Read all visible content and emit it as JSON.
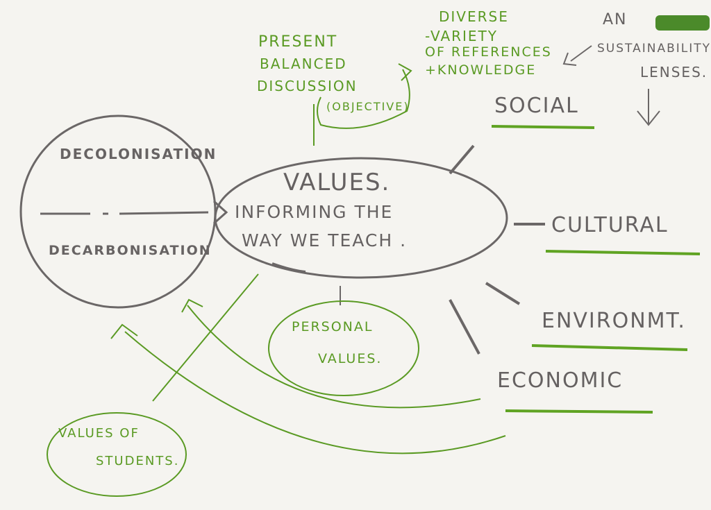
{
  "colors": {
    "paper": "#f5f4f0",
    "grey_ink": "#676363",
    "green_ink": "#5a9a23",
    "highlight": "#4b8a2a"
  },
  "central_node": {
    "line1": "VALUES.",
    "line2": "INFORMING THE",
    "line3": "WAY WE TEACH ."
  },
  "left_node": {
    "top": "DECOLONISATION",
    "bottom": "DECARBONISATION"
  },
  "dimensions": {
    "social": "SOCIAL",
    "cultural": "CULTURAL",
    "environmental": "ENVIRONMT.",
    "economic": "ECONOMIC"
  },
  "personal_values": {
    "line1": "PERSONAL",
    "line2": "VALUES."
  },
  "student_values": {
    "line1": "VALUES OF",
    "line2": "STUDENTS."
  },
  "notes": {
    "present": [
      "PRESENT",
      "BALANCED",
      "DISCUSSION",
      "(OBJECTIVE)"
    ],
    "diverse": [
      "DIVERSE",
      "-VARIETY",
      "OF REFERENCES",
      "+KNOWLEDGE"
    ],
    "lenses": [
      "AN",
      "SUSTAINABILITY",
      "LENSES."
    ]
  }
}
